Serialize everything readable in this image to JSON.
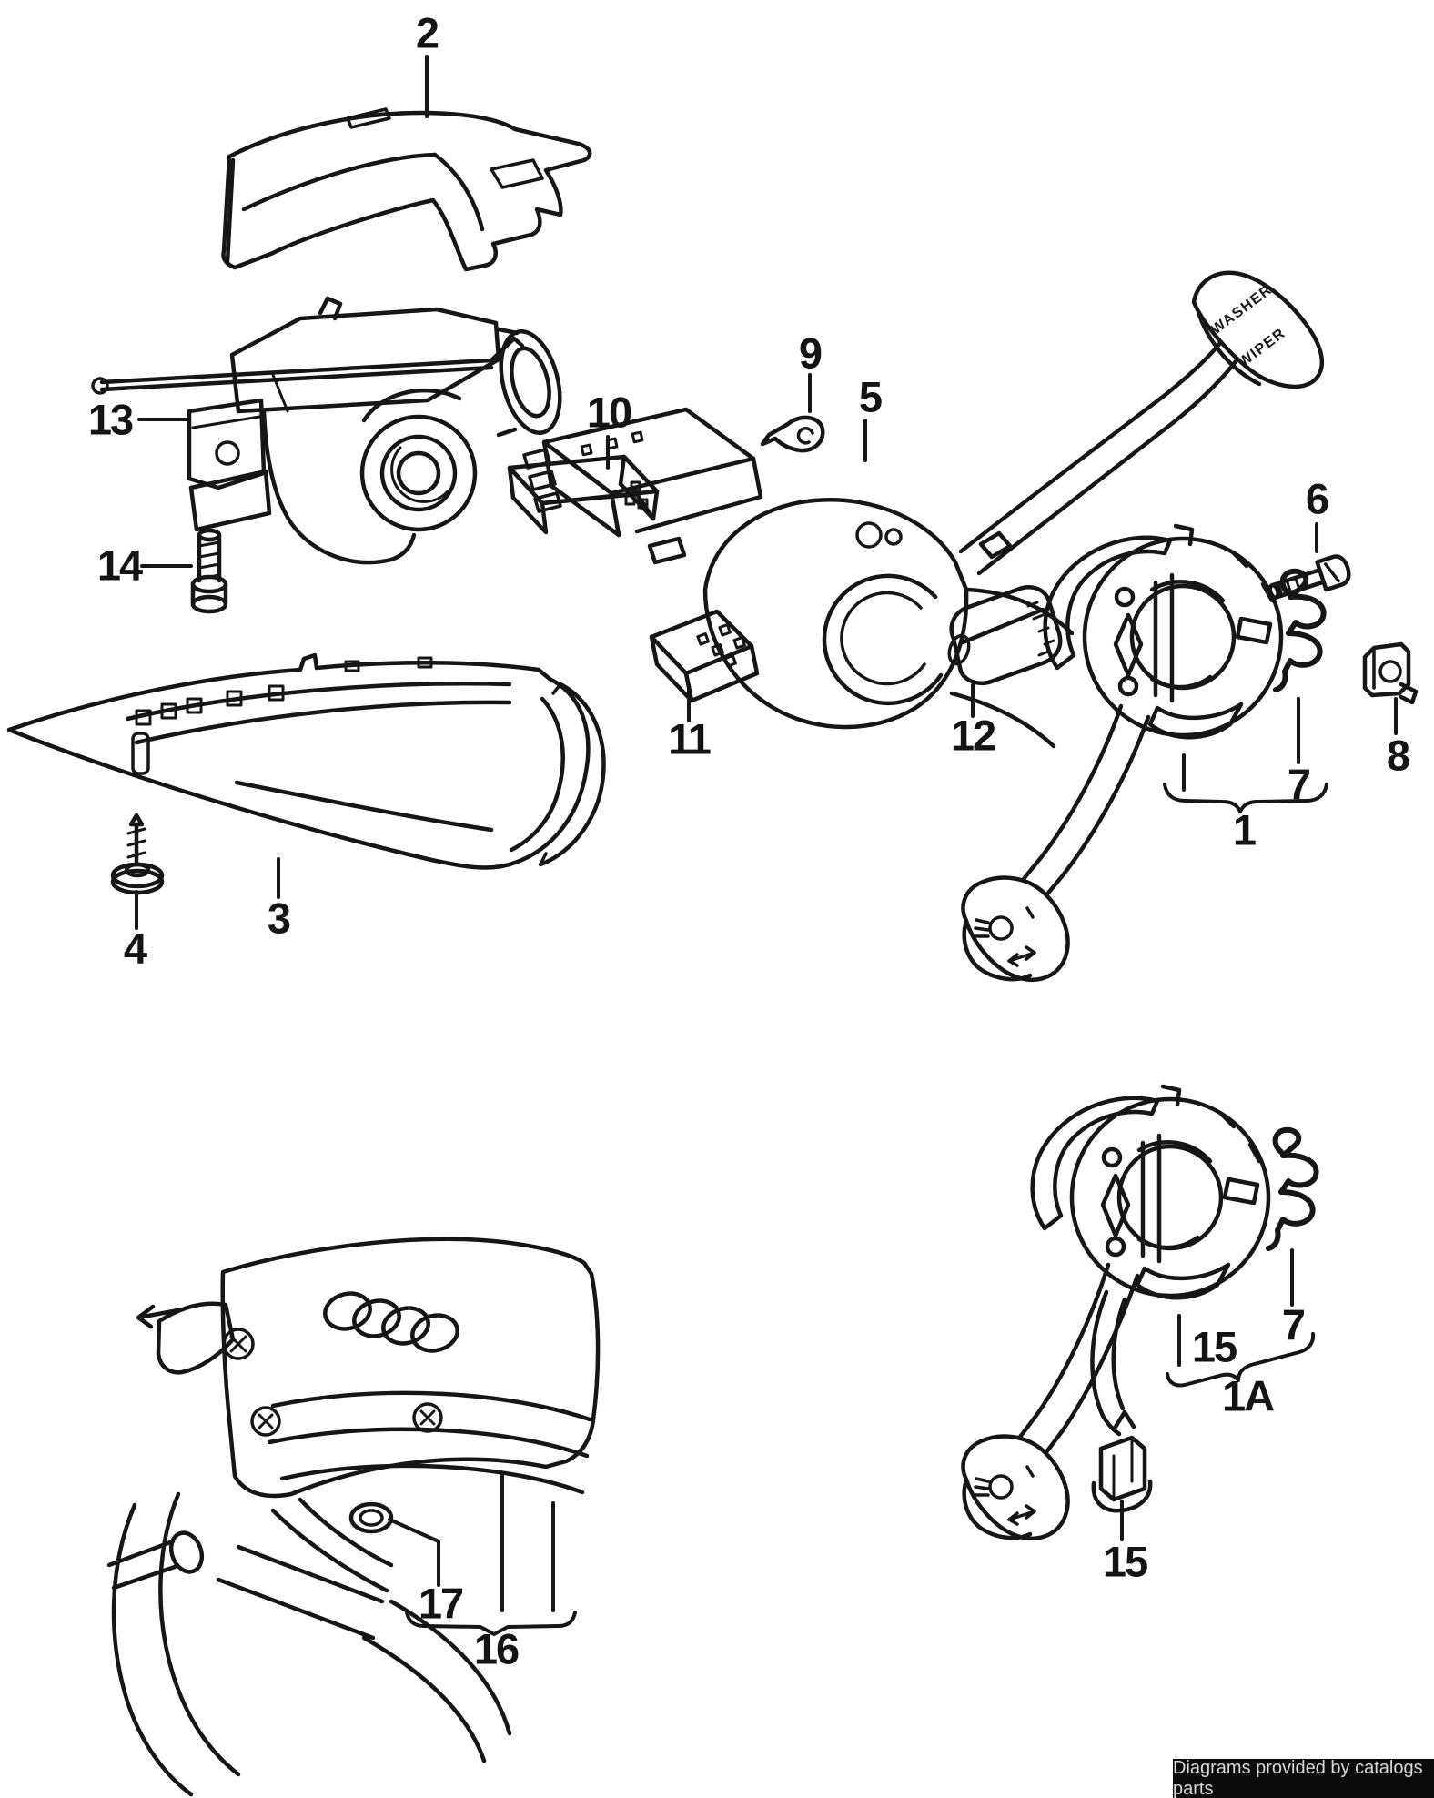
{
  "diagram": {
    "type": "exploded-parts-diagram",
    "subject": "steering column switches, covers and steering wheel",
    "brand_mark": "audi-four-rings",
    "ink_color": "#161616",
    "background_color": "#ffffff",
    "labels": {
      "p1": "1",
      "p1a": "1A",
      "p2": "2",
      "p3": "3",
      "p4": "4",
      "p5": "5",
      "p6": "6",
      "p7": "7",
      "p8": "8",
      "p9": "9",
      "p10": "10",
      "p11": "11",
      "p12": "12",
      "p13": "13",
      "p14": "14",
      "p15": "15",
      "p16": "16",
      "p17": "17"
    },
    "stalk_markings": {
      "washer": "WASHER",
      "wiper": "WIPER"
    }
  },
  "watermark": {
    "text": "Diagrams provided by catalogs parts",
    "background": "#0b0b0b",
    "foreground": "#d8d8d8"
  }
}
